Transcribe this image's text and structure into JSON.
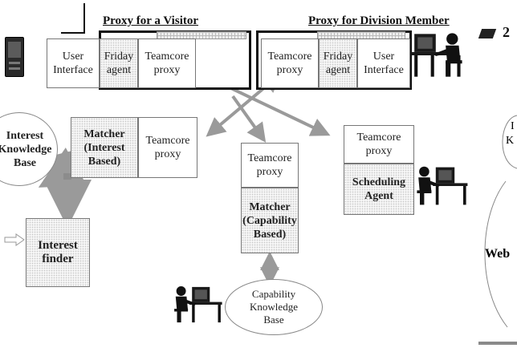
{
  "titles": {
    "visitor_proxy": "Proxy for a Visitor",
    "division_proxy": "Proxy for Division Member",
    "partial_top_right": "2"
  },
  "visitor_proxy": {
    "user_interface": "User Interface",
    "friday_agent": "Friday agent",
    "teamcore_proxy": "Teamcore proxy"
  },
  "division_proxy": {
    "teamcore_proxy": "Teamcore proxy",
    "friday_agent": "Friday agent",
    "user_interface": "User Interface"
  },
  "interest_kb": "Interest Knowledge Base",
  "interest_matcher": {
    "matcher": "Matcher (Interest Based)",
    "teamcore_proxy": "Teamcore proxy"
  },
  "capability_matcher": {
    "teamcore_proxy": "Teamcore proxy",
    "matcher": "Matcher (Capability Based)"
  },
  "scheduling": {
    "teamcore_proxy": "Teamcore proxy",
    "agent": "Scheduling Agent"
  },
  "interest_finder": "Interest finder",
  "capability_kb": "Capability Knowledge Base",
  "right_edge": {
    "partial_kb_line1": "I",
    "partial_kb_line2": "K",
    "web": "Web"
  },
  "colors": {
    "arrow_gray": "#9a9a9a",
    "box_border": "#777777",
    "panel_border": "#111111"
  }
}
